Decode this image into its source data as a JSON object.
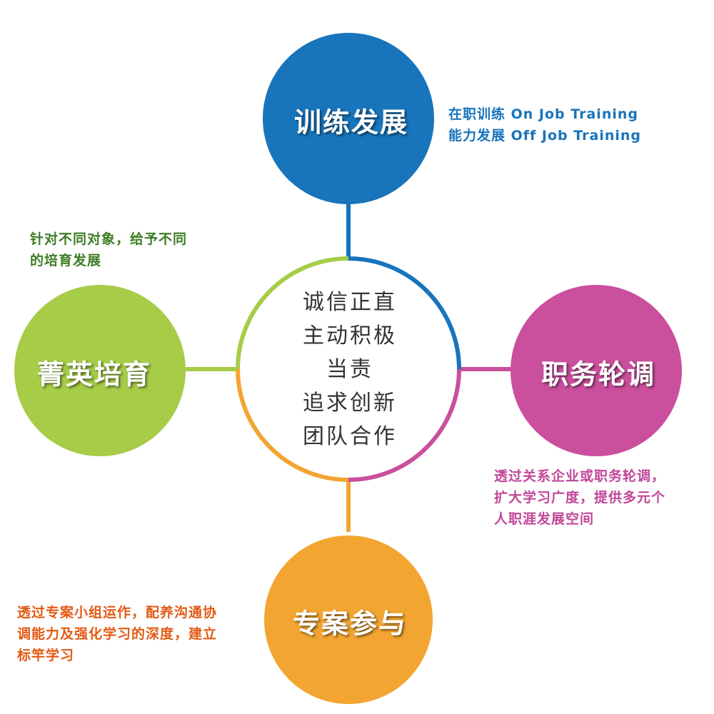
{
  "colors": {
    "blue": "#1874bb",
    "magenta": "#ca4f9d",
    "orange": "#f2a531",
    "green": "#a6cc48",
    "center_text": "#333333",
    "note_blue": "#1874bb",
    "note_green": "#3e7d25",
    "note_magenta": "#c1479a",
    "note_orange": "#e35a14"
  },
  "center": {
    "values": [
      "诚信正直",
      "主动积极",
      "当责",
      "追求创新",
      "团队合作"
    ]
  },
  "nodes": {
    "top": {
      "label": "训练发展"
    },
    "right": {
      "label": "职务轮调"
    },
    "bottom": {
      "label": "专案参与"
    },
    "left": {
      "label": "菁英培育"
    }
  },
  "notes": {
    "top": [
      "在职训练 On Job Training",
      "能力发展 Off Job Training"
    ],
    "left": [
      "针对不同对象，给予不同",
      "的培育发展"
    ],
    "right": [
      "透过关系企业或职务轮调，",
      "扩大学习广度，提供多元个",
      "人职涯发展空间"
    ],
    "bottom": [
      "透过专案小组运作，配养沟通协",
      "调能力及强化学习的深度，建立",
      "标竿学习"
    ]
  }
}
